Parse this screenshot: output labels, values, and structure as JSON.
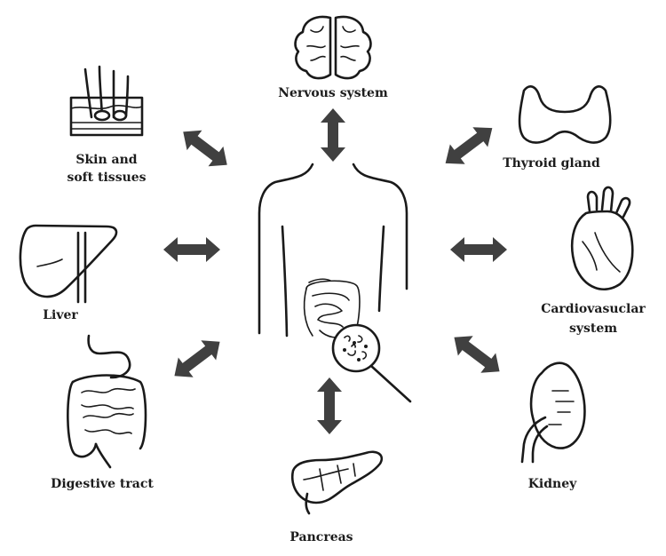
{
  "labels": {
    "nervous": "Nervous system",
    "skin_line1": "Skin and",
    "skin_line2": "soft tissues",
    "thyroid": "Thyroid gland",
    "liver": "Liver",
    "cardio_line1": "Cardiovasuclar",
    "cardio_line2": "system",
    "digestive": "Digestive tract",
    "kidney": "Kidney",
    "pancreas": "Pancreas"
  },
  "icons": {
    "center": "human-torso-with-gut-microbiome-magnifier-icon",
    "nervous": "brain-icon",
    "skin": "skin-hair-follicle-icon",
    "thyroid": "thyroid-gland-icon",
    "liver": "liver-icon",
    "cardio": "heart-icon",
    "digestive": "digestive-tract-icon",
    "kidney": "kidney-icon",
    "pancreas": "pancreas-icon"
  },
  "colors": {
    "arrow": "#404040",
    "line": "#1a1a1a",
    "text": "#1c1c1c",
    "background": "#ffffff"
  }
}
